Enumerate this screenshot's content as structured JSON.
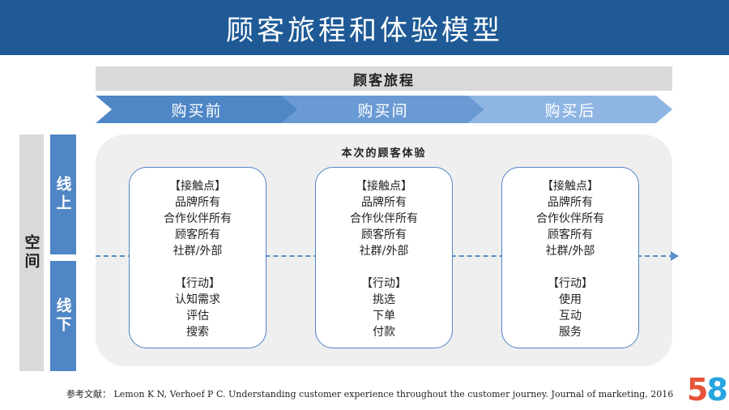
{
  "title": "顾客旅程和体验模型",
  "journey_label": "顾客旅程",
  "stages": [
    "购买前",
    "购买间",
    "购买后"
  ],
  "space_label": "空间",
  "online_label": "线上",
  "offline_label": "线下",
  "panel_title": "本次的顾客体验",
  "cards": [
    {
      "touch_header": "【接触点】",
      "touch_items": [
        "品牌所有",
        "合作伙伴所有",
        "顾客所有",
        "社群/外部"
      ],
      "action_header": "【行动】",
      "action_items": [
        "认知需求",
        "评估",
        "搜索"
      ]
    },
    {
      "touch_header": "【接触点】",
      "touch_items": [
        "品牌所有",
        "合作伙伴所有",
        "顾客所有",
        "社群/外部"
      ],
      "action_header": "【行动】",
      "action_items": [
        "挑选",
        "下单",
        "付款"
      ]
    },
    {
      "touch_header": "【接触点】",
      "touch_items": [
        "品牌所有",
        "合作伙伴所有",
        "顾客所有",
        "社群/外部"
      ],
      "action_header": "【行动】",
      "action_items": [
        "使用",
        "互动",
        "服务"
      ]
    }
  ],
  "reference": "参考文献： Lemon K N, Verhoef P C. Understanding customer experience throughout the customer journey. Journal of marketing, 2016",
  "logo": {
    "digit1": "5",
    "digit2": "8",
    "colors": [
      "#e8543a",
      "#27a5de"
    ]
  },
  "colors": {
    "title_bg": "#1f5a96",
    "accent": "#4f86c6",
    "panel_bg": "#efefef",
    "gray_bar": "#d9d9d9"
  }
}
